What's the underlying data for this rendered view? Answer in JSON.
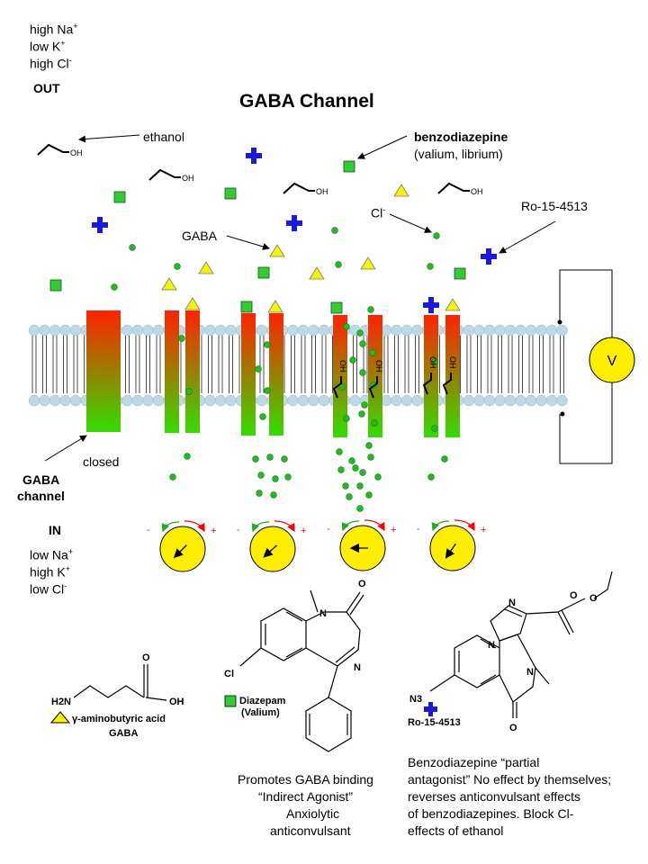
{
  "title": "GABA Channel",
  "outside": {
    "label": "OUT",
    "ions": [
      {
        "base": "high Na",
        "sup": "+"
      },
      {
        "base": "low K",
        "sup": "+"
      },
      {
        "base": "high Cl",
        "sup": "-"
      }
    ]
  },
  "inside": {
    "label": "IN",
    "ions": [
      {
        "base": "low Na",
        "sup": "+"
      },
      {
        "base": "high K",
        "sup": "+"
      },
      {
        "base": "low Cl",
        "sup": "-"
      }
    ]
  },
  "callouts": {
    "ethanol": "ethanol",
    "benzodiazepine_name": "benzodiazepine",
    "benzodiazepine_examples": "(valium, librium)",
    "gaba": "GABA",
    "chloride_base": "Cl",
    "chloride_sup": "-",
    "ro": "Ro-15-4513",
    "closed": "closed",
    "gaba_channel_line1": "GABA",
    "gaba_channel_line2": "channel"
  },
  "voltmeter_label": "V",
  "dial_signs": {
    "minus": "-",
    "plus": "+"
  },
  "oh_label": "OH",
  "structures": {
    "gaba": {
      "nh2": "H2N",
      "o": "O",
      "oh": "OH",
      "name_line1": "γ-aminobutyric acid",
      "name_line2": "GABA"
    },
    "diazepam": {
      "o": "O",
      "n1": "N",
      "n2": "N",
      "cl": "Cl",
      "name_line1": "Diazepam",
      "name_line2": "(Valium)"
    },
    "ro": {
      "n1": "N",
      "n2": "N",
      "n3": "N",
      "o1": "O",
      "o2": "O",
      "o3": "O",
      "n3_label": "N3",
      "name": "Ro-15-4513"
    }
  },
  "descriptions": {
    "diazepam": [
      "Promotes GABA binding",
      "“Indirect Agonist”",
      "Anxiolytic",
      "anticonvulsant"
    ],
    "ro": [
      "Benzodiazepine “partial",
      "antagonist” No effect by themselves;",
      "reverses anticonvulsant effects",
      "of benzodiazepines. Block Cl-",
      "effects of ethanol"
    ]
  },
  "colors": {
    "chloride": "#22bb22",
    "gaba": "#f5f500",
    "benzodiazepine": "#33cc33",
    "ro": "#1a1adf",
    "membrane_head": "#bcd9e6",
    "channel_top": "#ff2200",
    "channel_bottom": "#33dd00",
    "dial": "#ffee00"
  }
}
